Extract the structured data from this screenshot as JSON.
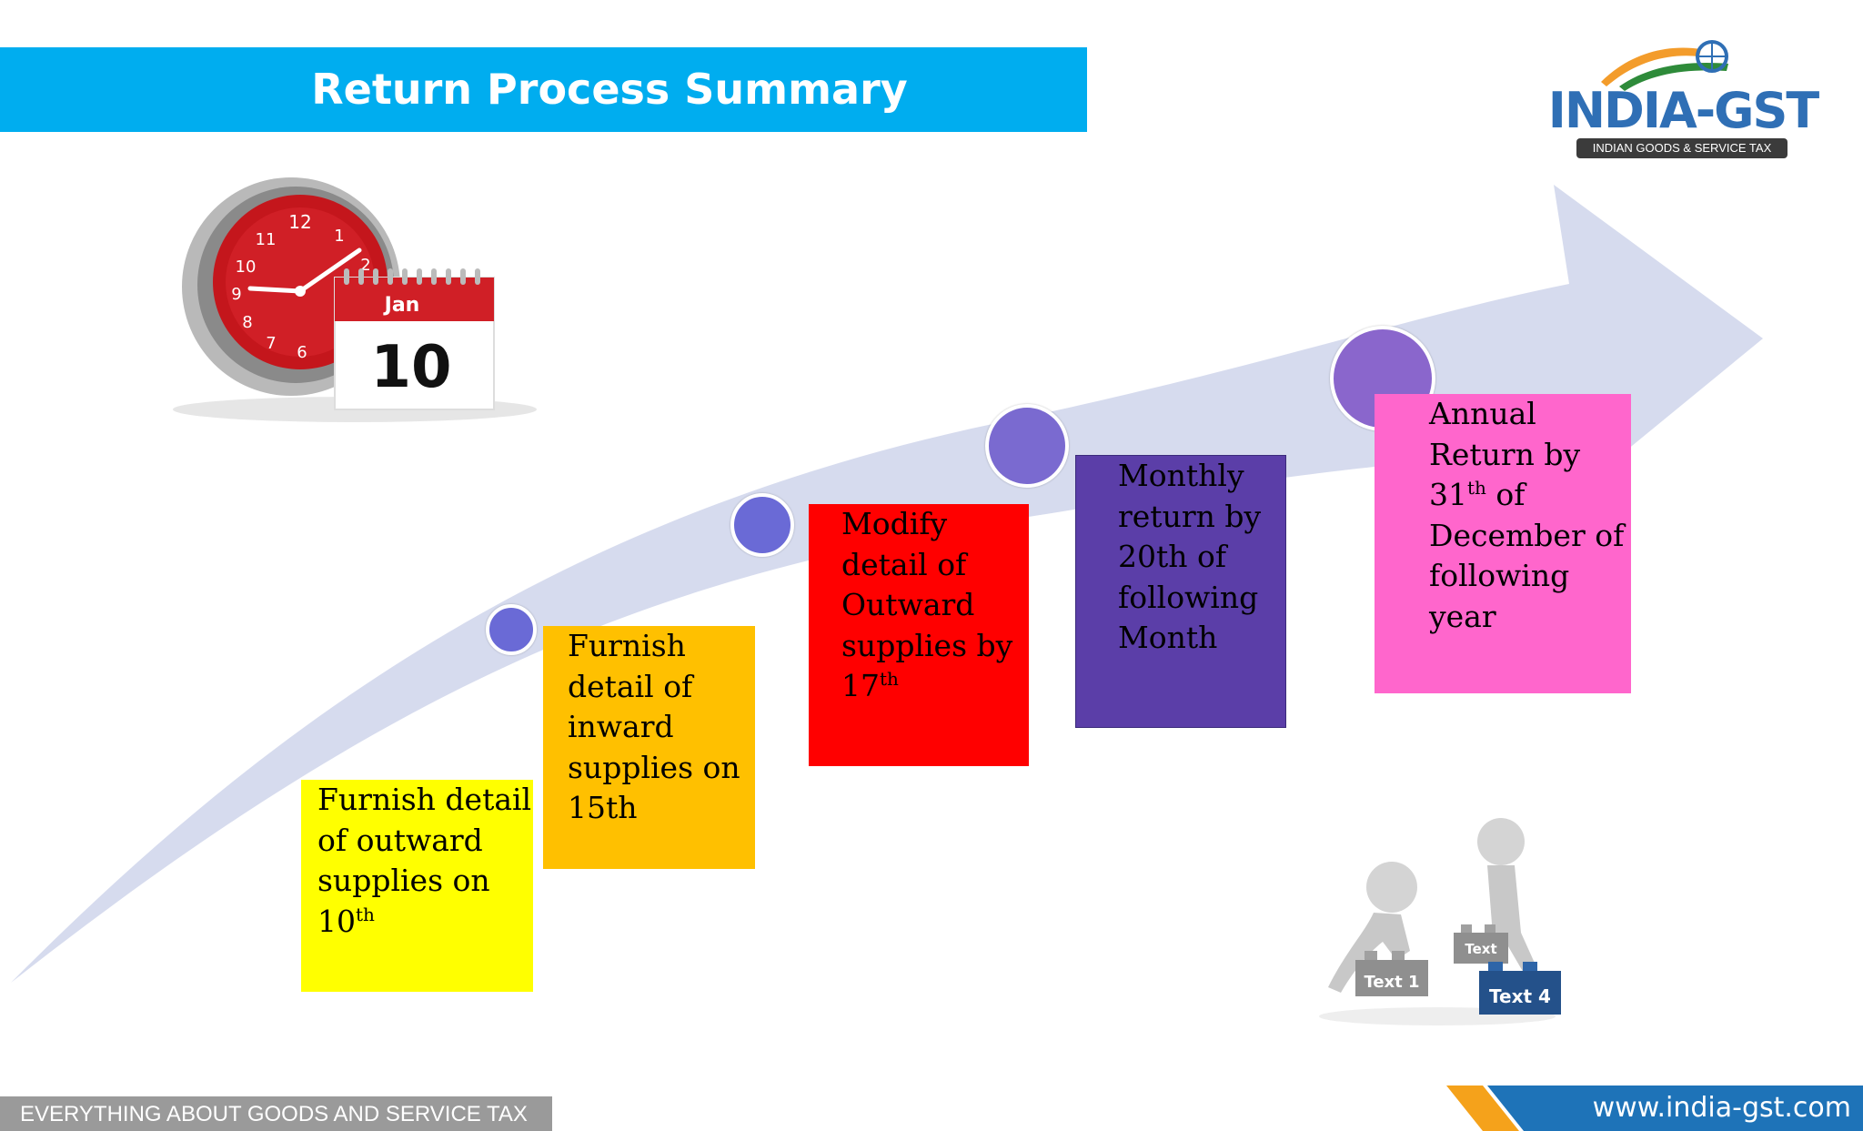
{
  "slide": {
    "title": "Return Process Summary"
  },
  "logo": {
    "name": "INDIA-GST",
    "tagline": "INDIAN GOODS & SERVICE TAX"
  },
  "clock_illustration": {
    "clock_numbers": [
      "12",
      "1",
      "2",
      "10",
      "11",
      "9",
      "8",
      "7",
      "6"
    ],
    "calendar_month": "Jan",
    "calendar_day": "10"
  },
  "steps": [
    {
      "pre": "Furnish detail of outward supplies on 10",
      "sup": "th",
      "post": "",
      "color": "#ffff00"
    },
    {
      "pre": "Furnish detail of inward supplies on 15th",
      "sup": "",
      "post": "",
      "color": "#ffc000"
    },
    {
      "pre": "Modify detail of Outward supplies by 17",
      "sup": "th",
      "post": "",
      "color": "#ff0000"
    },
    {
      "pre": "Monthly return by 20th of following Month",
      "sup": "",
      "post": "",
      "color": "#5b3ea8"
    },
    {
      "pre": "Annual Return by 31",
      "sup": "th",
      "post": " of December of following year",
      "color": "#ff66cc"
    }
  ],
  "people_illustration": {
    "block_labels": [
      "Text 1",
      "Text",
      "Text 4"
    ]
  },
  "footer": {
    "left_text": "EVERYTHING ABOUT GOODS AND SERVICE TAX",
    "right_text": "www.india-gst.com"
  },
  "colors": {
    "title_bar": "#00adef",
    "arrow": "#d6dbee",
    "footer_left": "#9a9a9a",
    "footer_right": "#1e73b8",
    "footer_accent": "#f5a21b"
  }
}
